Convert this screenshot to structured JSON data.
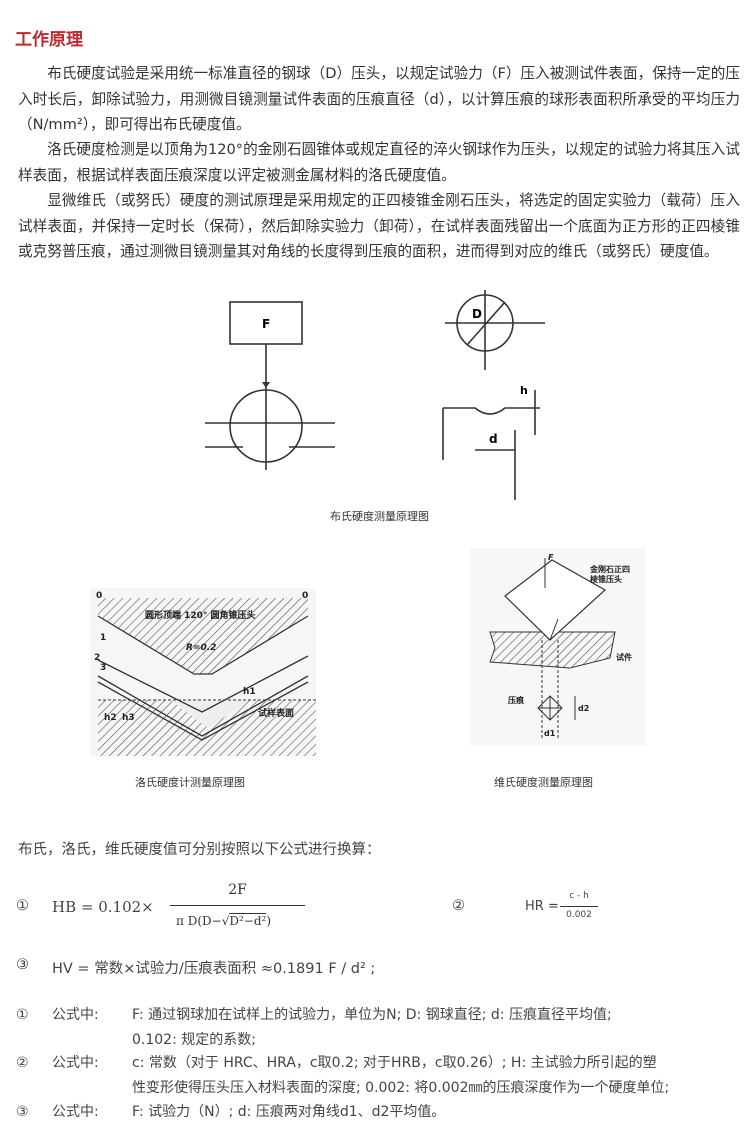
{
  "title": "工作原理",
  "paragraphs": [
    "布氏硬度试验是采用统一标准直径的钢球（D）压头，以规定试验力（F）压入被测试件表面，保持一定的压入时长后，卸除试验力，用测微目镜测量试件表面的压痕直径（d），以计算压痕的球形表面积所承受的平均压力（N/mm²），即可得出布氏硬度值。",
    "洛氏硬度检测是以顶角为120°的金刚石圆锥体或规定直径的淬火钢球作为压头，以规定的试验力将其压入试样表面，根据试样表面压痕深度以评定被测金属材料的洛氏硬度值。",
    "显微维氏（或努氏）硬度的测试原理是采用规定的正四棱锥金刚石压头，将选定的固定实验力（载荷）压入试样表面，并保持一定时长（保荷），然后卸除实验力（卸荷），在试样表面残留出一个底面为正方形的正四棱锥或克努普压痕，通过测微目镜测量其对角线的长度得到压痕的面积，进而得到对应的维氏（或努氏）硬度值。"
  ],
  "figures": {
    "brinell": {
      "caption": "布氏硬度测量原理图",
      "labels": {
        "force": "F",
        "diameter": "D",
        "depth": "h",
        "indent": "d"
      }
    },
    "rockwell": {
      "caption": "洛氏硬度计测量原理图",
      "labels": {
        "indenter": "圆形顶端 120° 圆角锥压头",
        "radius": "R=0.2",
        "surface": "试样表面",
        "h1": "h1",
        "h2": "h2",
        "h3": "h3",
        "n0": "0",
        "n1": "1",
        "n2": "2",
        "n3": "3"
      }
    },
    "vickers": {
      "caption": "维氏硬度测量原理图",
      "labels": {
        "force": "F",
        "indenter": "金刚石正四",
        "indenter2": "棱锥压头",
        "specimen": "试件",
        "indent": "压痕",
        "d1": "d1",
        "d2": "d2"
      }
    }
  },
  "intro": "布氏，洛氏，维氏硬度值可分别按照以下公式进行换算：",
  "formulas": {
    "f1": {
      "num": "①",
      "lhs": "HB = 0.102×",
      "numerator": "2F",
      "denominator_pre": "π D(D−",
      "denominator_root": "D²−d²",
      "denominator_post": ")"
    },
    "f2": {
      "num": "②",
      "lhs": "HR =",
      "numerator": "c - h",
      "denominator": "0.002"
    },
    "f3": {
      "num": "③",
      "text": "HV = 常数×试验力/压痕表面积 ≈0.1891 F / d² ;"
    }
  },
  "notes": [
    {
      "num": "①",
      "label": "公式中:",
      "lines": [
        "F:  通过钢球加在试样上的试验力，单位为N;   D:  钢球直径;   d:  压痕直径平均值;",
        "0.102:  规定的系数;"
      ]
    },
    {
      "num": "②",
      "label": "公式中:",
      "lines": [
        "c:  常数（对于 HRC、HRA，c取0.2; 对于HRB，c取0.26）;   H:  主试验力所引起的塑",
        "性变形使得压头压入材料表面的深度;   0.002:  将0.002㎜的压痕深度作为一个硬度单位;"
      ]
    },
    {
      "num": "③",
      "label": "公式中:",
      "lines": [
        "F:  试验力（N）; d:  压痕两对角线d1、d2平均值。"
      ]
    }
  ]
}
